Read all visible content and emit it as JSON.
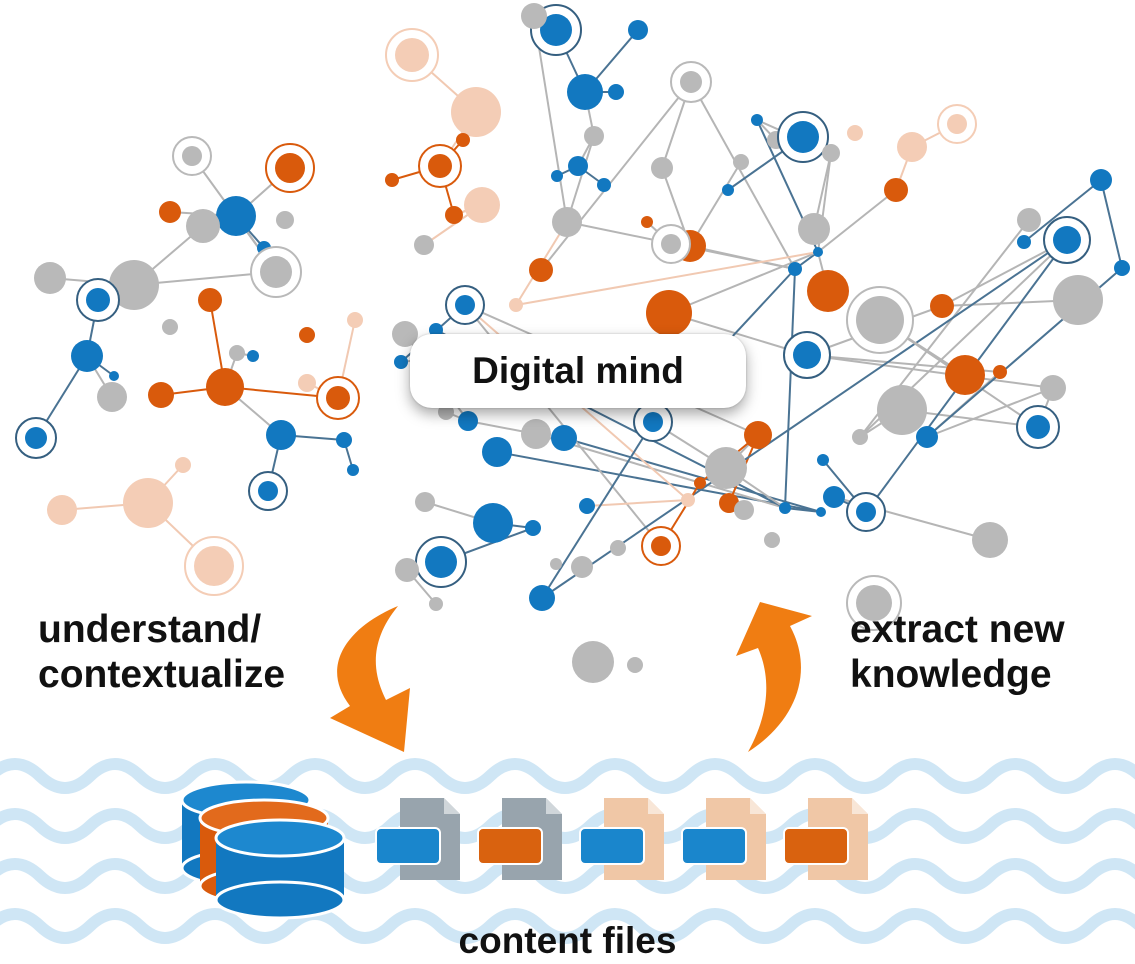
{
  "center_label": "Digital mind",
  "left_label": [
    "understand/",
    "contextualize"
  ],
  "right_label": [
    "extract new",
    "knowledge"
  ],
  "bottom_label": "content files",
  "colors": {
    "blue": "#1278c0",
    "orange": "#d95a0c",
    "gray": "#b9b9b9",
    "light_orange": "#f4cdb6",
    "wave": "#cfe6f5",
    "arrow": "#f07d12",
    "doc_gray": "#98a4ad",
    "doc_peach": "#f0c7a6"
  },
  "icons": [
    "database-stack-icon",
    "document-icon",
    "curved-arrow-down-icon",
    "curved-arrow-up-icon"
  ],
  "documents": [
    {
      "page": "gray",
      "tab": "blue"
    },
    {
      "page": "gray",
      "tab": "orange"
    },
    {
      "page": "peach",
      "tab": "blue"
    },
    {
      "page": "peach",
      "tab": "blue"
    },
    {
      "page": "peach",
      "tab": "orange"
    }
  ]
}
